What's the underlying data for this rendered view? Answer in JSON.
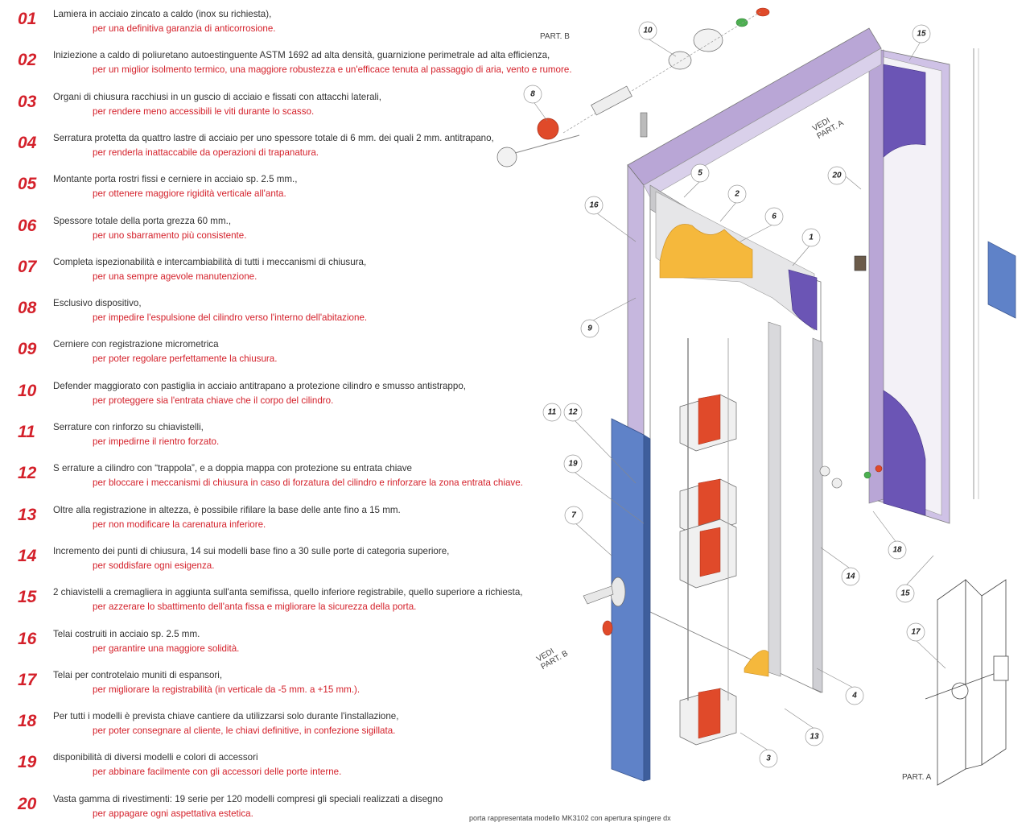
{
  "features": [
    {
      "num": "01",
      "text": "Lamiera in acciaio zincato a caldo (inox su richiesta),",
      "benefit": "per una definitiva garanzia di anticorrosione."
    },
    {
      "num": "02",
      "text": "Iniziezione a caldo di poliuretano autoestinguente ASTM 1692 ad alta densità, guarnizione perimetrale ad alta efficienza,",
      "benefit": "per un miglior isolmento termico, una maggiore robustezza e un'efficace tenuta al passaggio di aria, vento e rumore."
    },
    {
      "num": "03",
      "text": "Organi di chiusura racchiusi in un guscio di acciaio e fissati con attacchi laterali,",
      "benefit": "per rendere meno accessibili le viti durante lo scasso."
    },
    {
      "num": "04",
      "text": "Serratura protetta da quattro lastre di acciaio per uno spessore totale di 6 mm. dei quali 2 mm. antitrapano,",
      "benefit": "per renderla inattaccabile da operazioni di trapanatura."
    },
    {
      "num": "05",
      "text": "Montante porta rostri fissi e cerniere in acciaio sp. 2.5 mm.,",
      "benefit": "per ottenere maggiore rigidità verticale all'anta."
    },
    {
      "num": "06",
      "text": "Spessore totale della porta grezza 60 mm.,",
      "benefit": "per uno sbarramento più consistente."
    },
    {
      "num": "07",
      "text": "Completa ispezionabilità e intercambiabilità di tutti i meccanismi di chiusura,",
      "benefit": "per una sempre agevole manutenzione."
    },
    {
      "num": "08",
      "text": "Esclusivo dispositivo,",
      "benefit": "per impedire l'espulsione del cilindro verso l'interno dell'abitazione."
    },
    {
      "num": "09",
      "text": "Cerniere con registrazione micrometrica",
      "benefit": "per poter regolare perfettamente la chiusura."
    },
    {
      "num": "10",
      "text": "Defender maggiorato con pastiglia in acciaio antitrapano a protezione cilindro e smusso antistrappo,",
      "benefit": "per proteggere sia l'entrata chiave che il corpo del cilindro."
    },
    {
      "num": "11",
      "text": "Serrature con rinforzo su chiavistelli,",
      "benefit": "per impedirne il rientro forzato."
    },
    {
      "num": "12",
      "text": "S errature a cilindro con “trappola”, e a doppia mappa con protezione su entrata chiave",
      "benefit": "per bloccare i meccanismi di chiusura in caso di forzatura del cilindro e rinforzare la zona entrata chiave."
    },
    {
      "num": "13",
      "text": "Oltre alla registrazione in altezza, è possibile rifilare la base delle ante fino a 15 mm.",
      "benefit": "per non modificare la carenatura inferiore."
    },
    {
      "num": "14",
      "text": "Incremento dei punti di chiusura, 14 sui modelli base fino a 30 sulle porte di categoria superiore,",
      "benefit": "per soddisfare ogni esigenza."
    },
    {
      "num": "15",
      "text": "2 chiavistelli a cremagliera in aggiunta sull'anta semifissa, quello inferiore registrabile, quello superiore a richiesta,",
      "benefit": "per azzerare lo sbattimento dell'anta fissa e migliorare la sicurezza della porta."
    },
    {
      "num": "16",
      "text": "Telai costruiti in acciaio sp. 2.5 mm.",
      "benefit": "per garantire una maggiore solidità."
    },
    {
      "num": "17",
      "text": "Telai per controtelaio muniti di espansori,",
      "benefit": "per migliorare la registrabilità (in verticale da -5 mm. a +15 mm.)."
    },
    {
      "num": "18",
      "text": "Per tutti i modelli è prevista chiave cantiere da utilizzarsi solo durante l'installazione,",
      "benefit": "per poter consegnare al cliente, le chiavi definitive, in confezione sigillata."
    },
    {
      "num": "19",
      "text": "disponibilità di diversi modelli e colori di accessori",
      "benefit": "per abbinare facilmente con gli accessori delle porte interne."
    },
    {
      "num": "20",
      "text": "Vasta gamma di rivestimenti: 19 serie per 120 modelli compresi gli speciali realizzati a disegno",
      "benefit": "per appagare ogni aspettativa estetica."
    }
  ],
  "diagram": {
    "part_b_label": "PART. B",
    "part_a_label": "PART. A",
    "vedi_part_a": [
      "VEDI",
      "PART. A"
    ],
    "vedi_part_b": [
      "VEDI",
      "PART. B"
    ],
    "callouts": [
      "10",
      "15",
      "8",
      "20",
      "5",
      "2",
      "16",
      "6",
      "1",
      "9",
      "11",
      "12",
      "19",
      "7",
      "14",
      "18",
      "15",
      "17",
      "4",
      "13",
      "3"
    ],
    "colors": {
      "frame": "#b9a6d6",
      "frame_dark": "#6b55b5",
      "panel_blue": "#5f82c8",
      "accent_red": "#e04a2a",
      "foam": "#f5b83c",
      "line": "#777777"
    }
  },
  "caption": "porta rappresentata modello MK3102 con apertura spingere dx"
}
